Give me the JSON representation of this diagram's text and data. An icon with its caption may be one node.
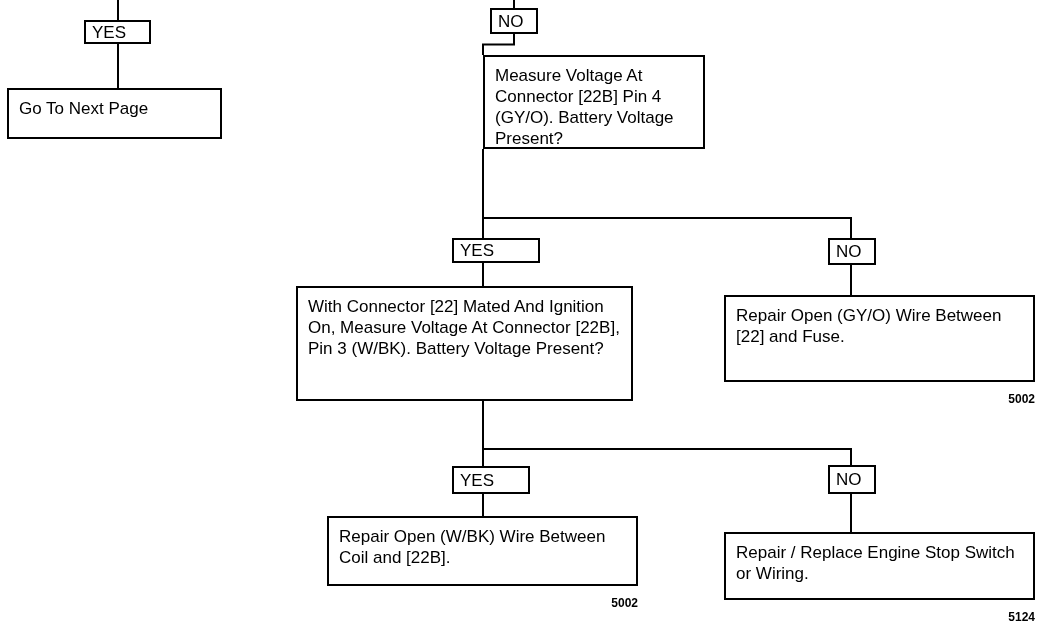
{
  "diagram": {
    "nodes": [
      {
        "text": [
          "YES"
        ]
      },
      {
        "text": [
          "Go To Next Page"
        ]
      },
      {
        "text": [
          "NO"
        ]
      },
      {
        "text": [
          "Measure Voltage At Connector [22B] Pin 4 (GY/O). Battery Voltage Present?"
        ]
      },
      {
        "text": [
          "YES"
        ]
      },
      {
        "text": [
          "NO"
        ]
      },
      {
        "text": [
          "With Connector [22] Mated And Ignition On, Measure Voltage At Connector [22B], Pin 3 (W/BK). Battery Voltage Present?"
        ]
      },
      {
        "text": [
          "Repair Open (GY/O) Wire Between [22] and Fuse."
        ],
        "beside": [
          "5002"
        ]
      },
      {
        "text": [
          "YES"
        ]
      },
      {
        "text": [
          "NO"
        ]
      },
      {
        "text": [
          "Repair Open (W/BK) Wire Between Coil and [22B]."
        ],
        "beside": [
          "5002"
        ]
      },
      {
        "text": [
          "Repair / Replace Engine Stop Switch or Wiring."
        ],
        "beside": [
          "5124"
        ]
      }
    ],
    "edges": [
      {
        "from": null,
        "to": 0,
        "arrow": "none"
      },
      {
        "from": 0,
        "to": 1,
        "arrow": "none"
      },
      {
        "from": null,
        "to": 2,
        "arrow": "none"
      },
      {
        "from": 2,
        "to": 3,
        "arrow": "none"
      },
      {
        "from": 3,
        "to": 4,
        "arrow": "none"
      },
      {
        "from": 3,
        "to": 5,
        "arrow": "none"
      },
      {
        "from": 4,
        "to": 6,
        "arrow": "none"
      },
      {
        "from": 5,
        "to": 7,
        "arrow": "none"
      },
      {
        "from": 6,
        "to": 8,
        "arrow": "none"
      },
      {
        "from": 6,
        "to": 9,
        "arrow": "none"
      },
      {
        "from": 8,
        "to": 10,
        "arrow": "none"
      },
      {
        "from": 9,
        "to": 11,
        "arrow": "none"
      }
    ]
  }
}
